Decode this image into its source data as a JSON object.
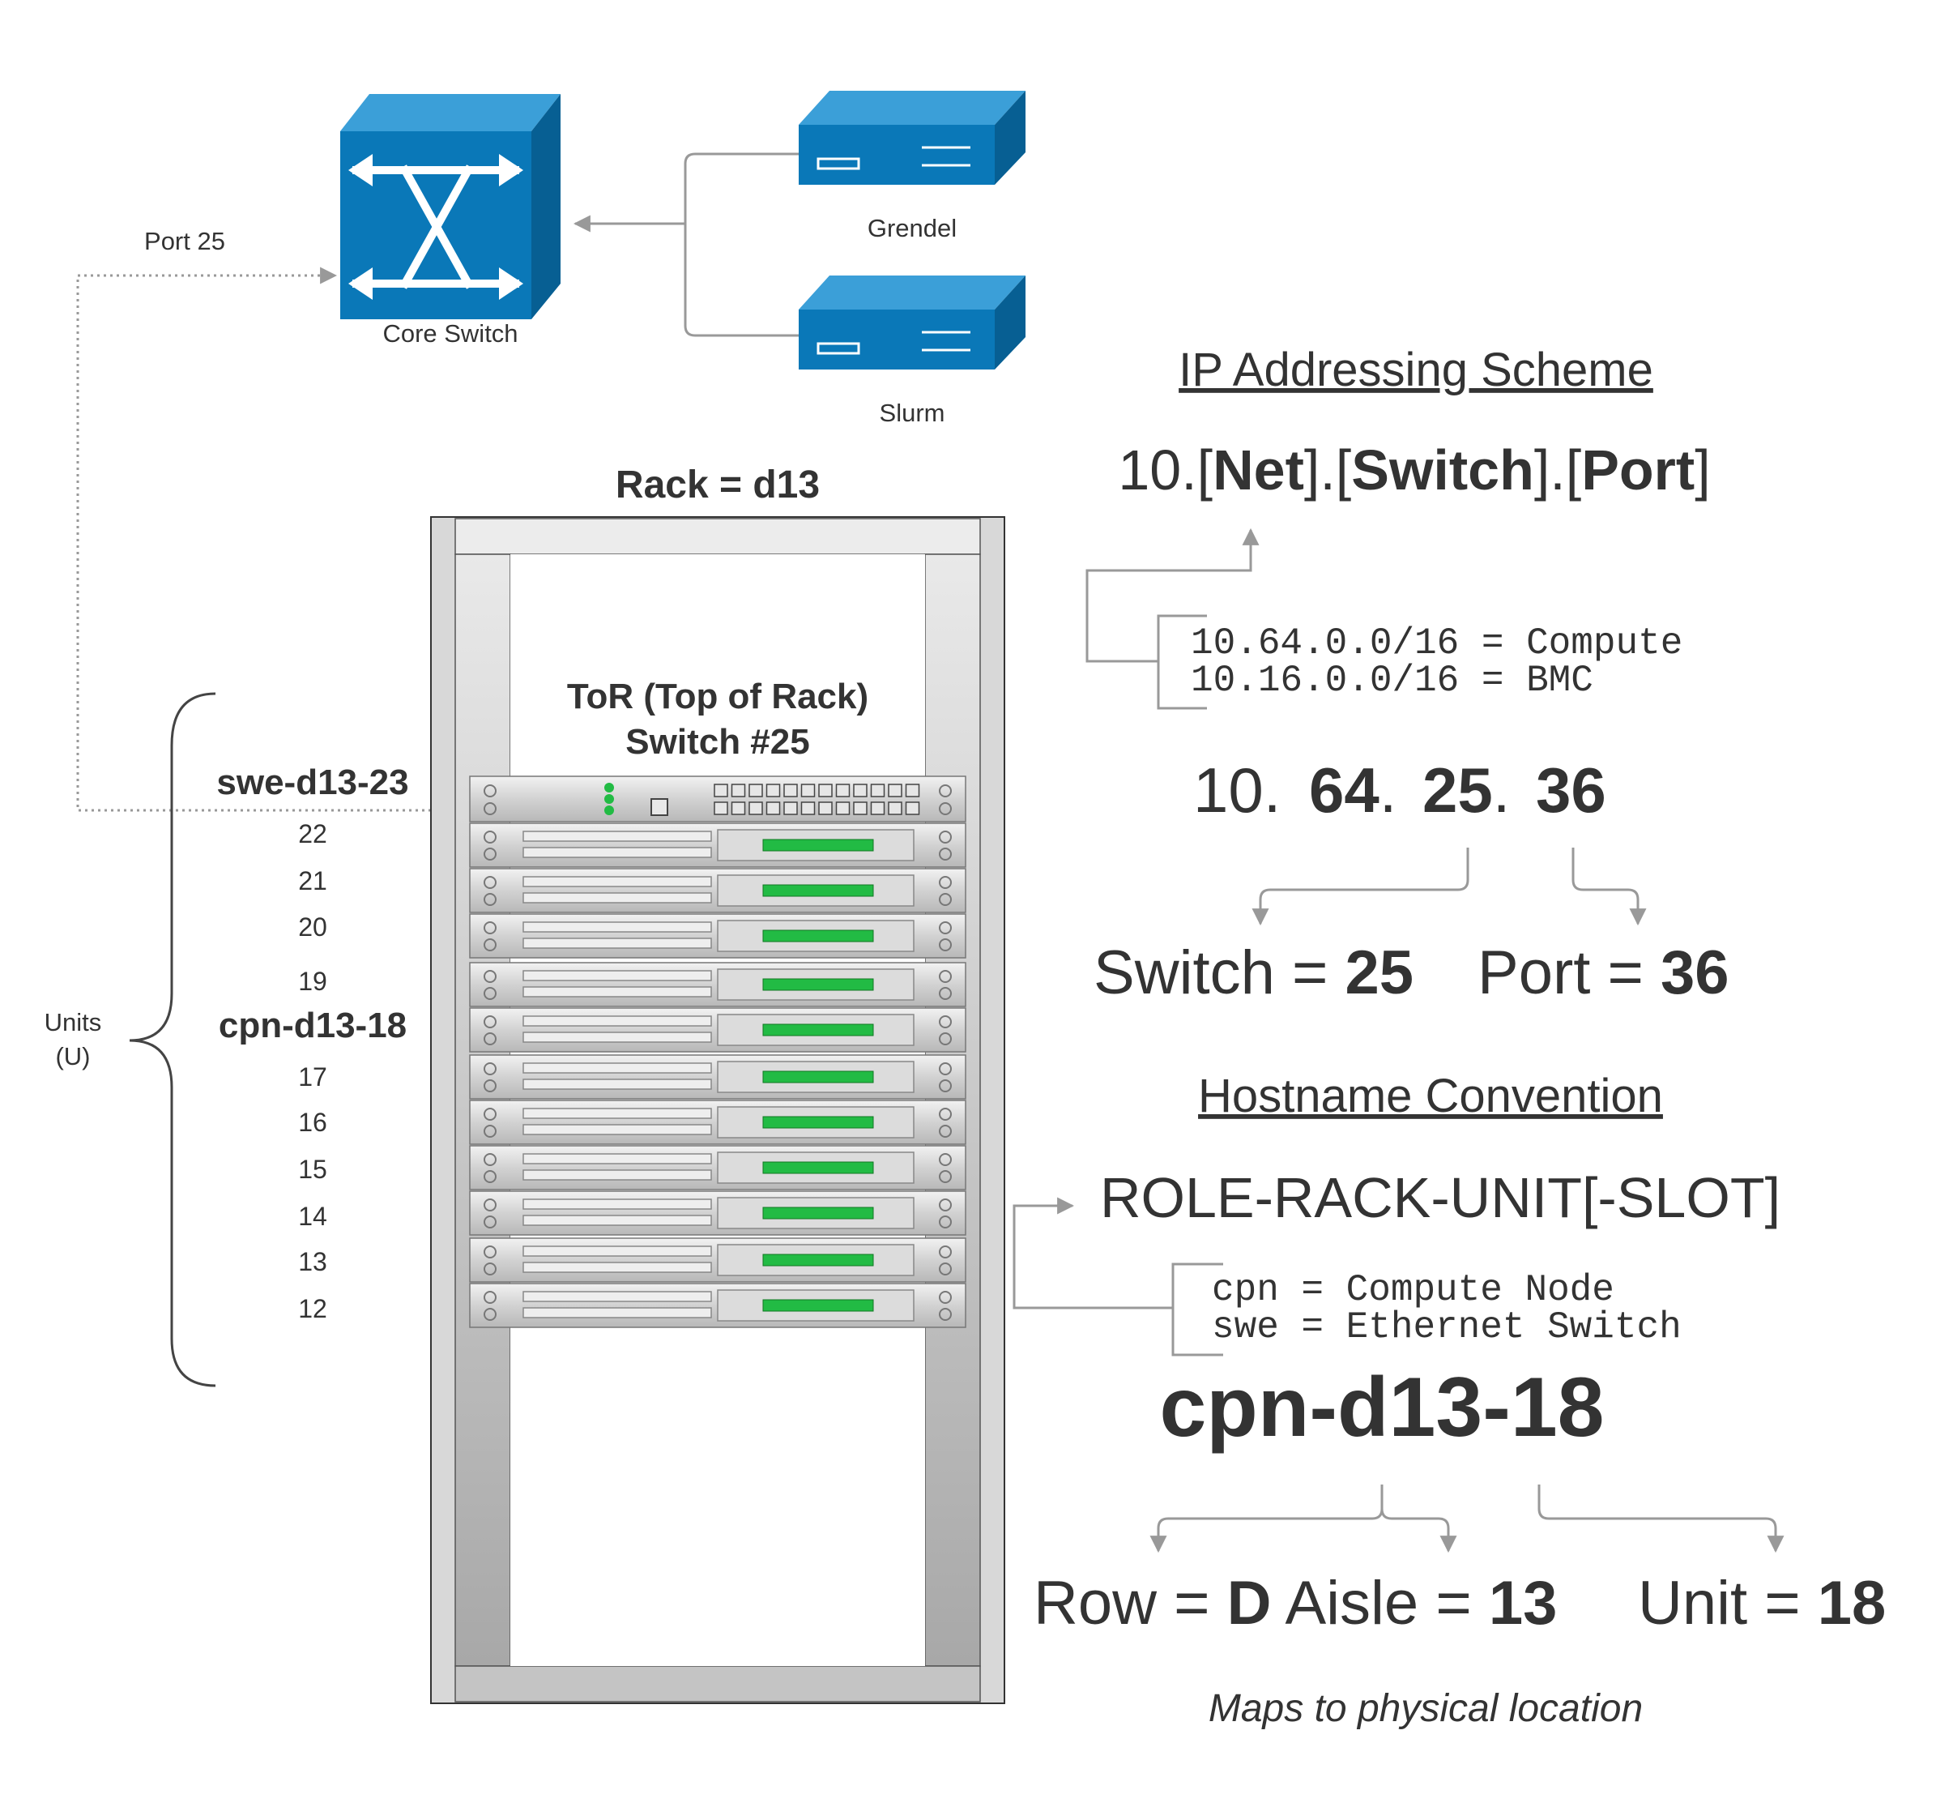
{
  "core_switch": {
    "label": "Core Switch",
    "link_label": "Port 25"
  },
  "servers": [
    {
      "label": "Grendel"
    },
    {
      "label": "Slurm"
    }
  ],
  "rack": {
    "title": "Rack = d13",
    "tor_line1": "ToR (Top of Rack)",
    "tor_line2": "Switch #25",
    "units_label_line1": "Units",
    "units_label_line2": "(U)",
    "unit_labels": [
      {
        "text": "swe-d13-23",
        "bold": true
      },
      {
        "text": "22"
      },
      {
        "text": "21"
      },
      {
        "text": "20"
      },
      {
        "text": "19"
      },
      {
        "text": "cpn-d13-18",
        "bold": true
      },
      {
        "text": "17"
      },
      {
        "text": "16"
      },
      {
        "text": "15"
      },
      {
        "text": "14"
      },
      {
        "text": "13"
      },
      {
        "text": "12"
      }
    ]
  },
  "ip_scheme": {
    "heading": "IP Addressing Scheme",
    "template": {
      "prefix": "10.[",
      "net": "Net",
      "sep1": "].[",
      "switch": "Switch",
      "sep2": "].[",
      "port": "Port",
      "suffix": "]"
    },
    "nets": [
      "10.64.0.0/16 = Compute",
      "10.16.0.0/16 = BMC"
    ],
    "example": {
      "p1": "10.",
      "p2": "64",
      "p3": "25",
      "p4": "36"
    },
    "switch_label": "Switch = ",
    "switch_value": "25",
    "port_label": "Port = ",
    "port_value": "36"
  },
  "hostname": {
    "heading": "Hostname Convention",
    "template": "ROLE-RACK-UNIT[-SLOT]",
    "roles": [
      "cpn = Compute Node",
      "swe = Ethernet Switch"
    ],
    "example": "cpn-d13-18",
    "row_label": "Row = ",
    "row_value": "D",
    "aisle_label": "Aisle = ",
    "aisle_value": "13",
    "unit_label": "Unit = ",
    "unit_value": "18",
    "caption": "Maps to physical location"
  },
  "colors": {
    "device_blue": "#0a78b8",
    "device_blue_dark": "#075f93",
    "device_blue_light": "#3b9fd8",
    "led_green": "#22bb44",
    "text": "#333333",
    "connector": "#999999"
  }
}
